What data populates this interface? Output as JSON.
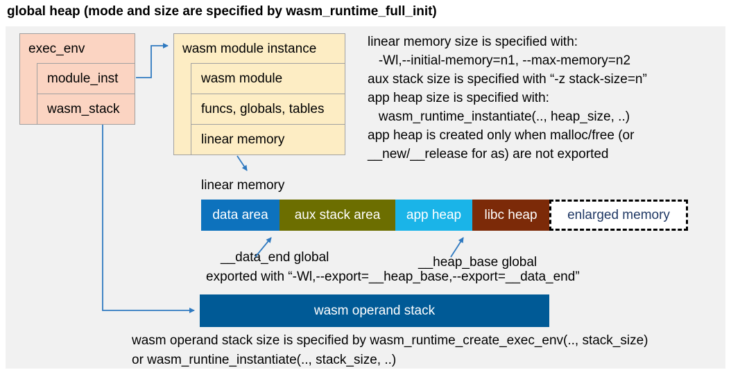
{
  "title": "global heap (mode and size are specified by wasm_runtime_full_init)",
  "exec_env": {
    "header": "exec_env",
    "rows": [
      "module_inst",
      "wasm_stack"
    ]
  },
  "module_instance": {
    "header": "wasm module instance",
    "rows": [
      "wasm module",
      "funcs, globals, tables",
      "linear memory"
    ]
  },
  "notes_right": {
    "lines": [
      "linear memory size is specified with:",
      "   -Wl,--initial-memory=n1, --max-memory=n2",
      "aux stack size is specified with “-z stack-size=n”",
      "app heap size is specified with:",
      "   wasm_runtime_instantiate(.., heap_size, ..)",
      "app heap is created only when malloc/free (or",
      "__new/__release for as) are not exported"
    ]
  },
  "linear_memory": {
    "label": "linear memory",
    "segments": [
      {
        "label": "data area",
        "color": "#0d72bd",
        "text_color": "#ffffff"
      },
      {
        "label": "aux stack area",
        "color": "#6c6e00",
        "text_color": "#ffffff"
      },
      {
        "label": "app heap",
        "color": "#1ab4e8",
        "text_color": "#ffffff"
      },
      {
        "label": "libc heap",
        "color": "#7c2a08",
        "text_color": "#ffffff"
      },
      {
        "label": "enlarged memory",
        "color": "#ffffff",
        "text_color": "#1f3864",
        "border": "dashed"
      }
    ],
    "annotations": {
      "data_end": "__data_end global",
      "heap_base": "__heap_base global",
      "exported": "exported with “-Wl,--export=__heap_base,--export=__data_end”"
    }
  },
  "operand_stack": {
    "label": "wasm operand stack",
    "notes": [
      "wasm operand stack size is specified by wasm_runtime_create_exec_env(.., stack_size)",
      "or wasm_runtine_instantiate(.., stack_size, ..)"
    ]
  },
  "colors": {
    "panel_bg": "#f1f1f1",
    "exec_env_fill": "#fbd4c2",
    "module_instance_fill": "#fdedc4",
    "operand_stack_fill": "#005a96",
    "arrow": "#2e79c0",
    "box_border": "#a0a0a0"
  }
}
